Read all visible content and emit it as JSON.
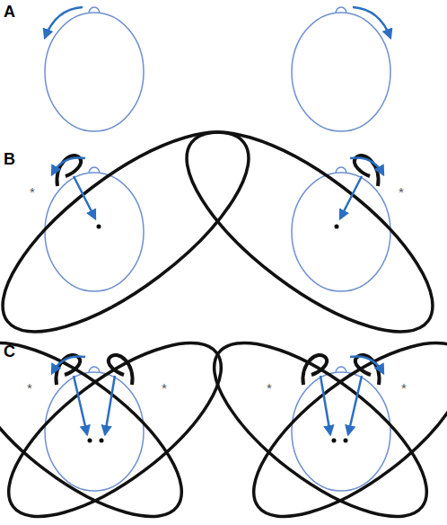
{
  "diagram": {
    "labels": [
      "A",
      "B",
      "*",
      "*",
      "C",
      "*",
      "*",
      "*",
      "*"
    ]
  }
}
